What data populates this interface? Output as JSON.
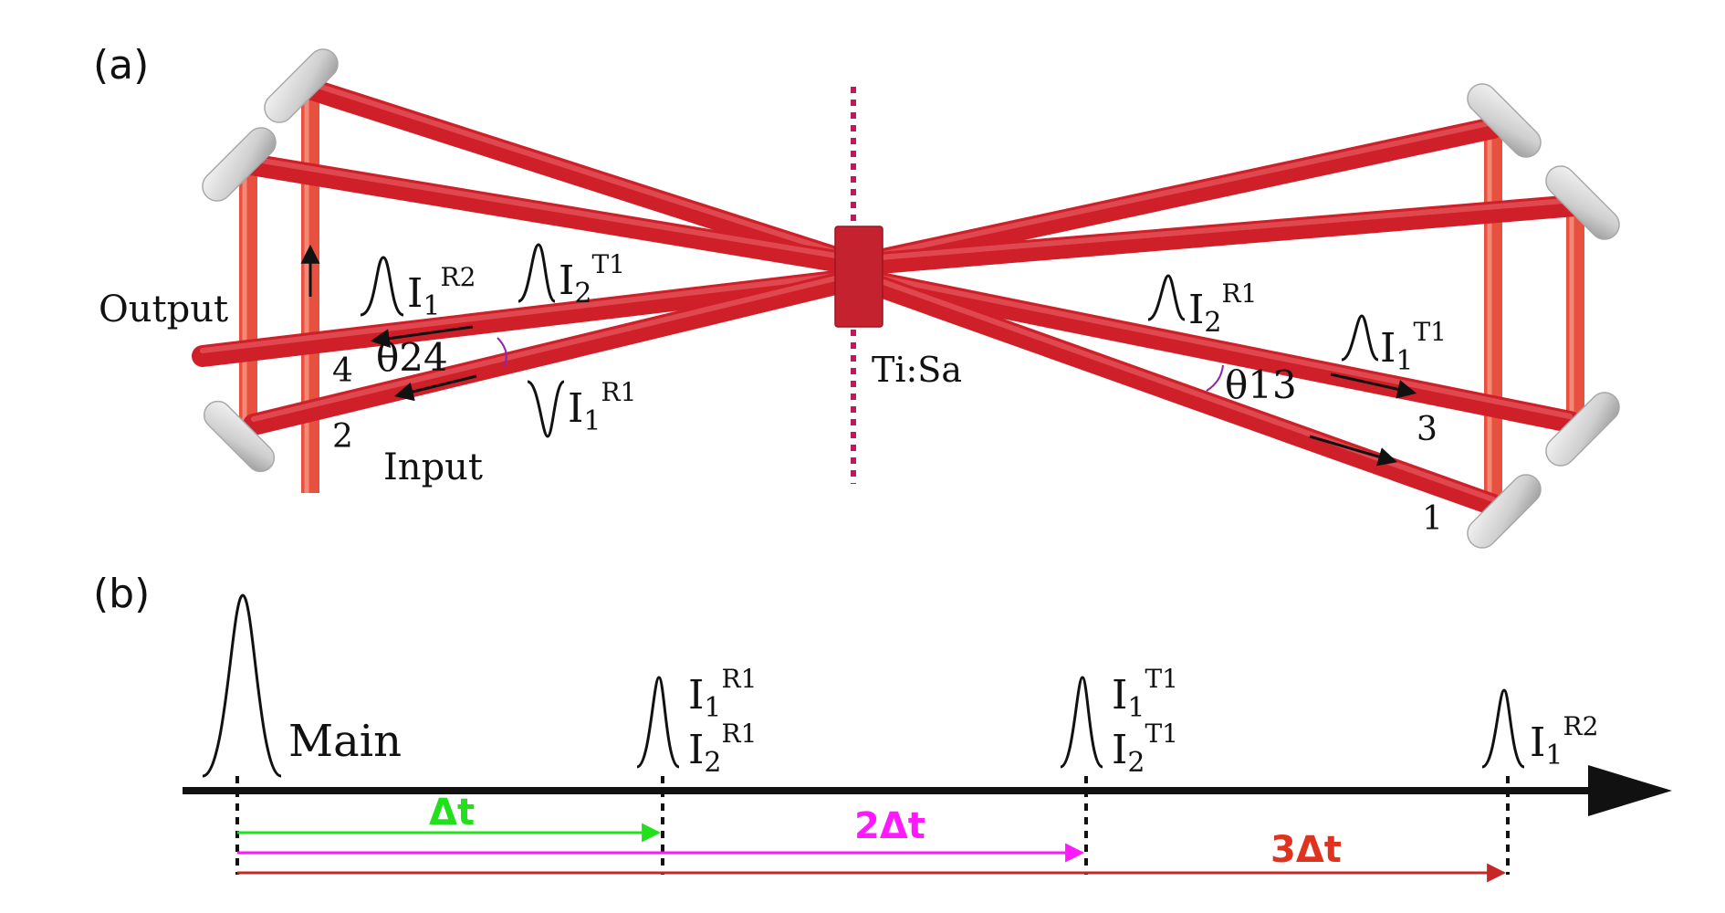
{
  "panels": {
    "a": "(a)",
    "b": "(b)"
  },
  "setup": {
    "output": "Output",
    "input": "Input",
    "crystal": "Ti:Sa",
    "ports": {
      "p1": "1",
      "p2": "2",
      "p3": "3",
      "p4": "4"
    },
    "angles": {
      "left": "θ24",
      "right": "θ13"
    },
    "pulses": {
      "I1R2": {
        "main": "I",
        "sub": "1",
        "sup": "R2"
      },
      "I2T1": {
        "main": "I",
        "sub": "2",
        "sup": "T1"
      },
      "I1R1": {
        "main": "I",
        "sub": "1",
        "sup": "R1"
      },
      "I2R1": {
        "main": "I",
        "sub": "2",
        "sup": "R1"
      },
      "I1T1": {
        "main": "I",
        "sub": "1",
        "sup": "T1"
      }
    }
  },
  "timeline": {
    "main": "Main",
    "groups": [
      {
        "lines": [
          {
            "main": "I",
            "sub": "1",
            "sup": "R1"
          },
          {
            "main": "I",
            "sub": "2",
            "sup": "R1"
          }
        ]
      },
      {
        "lines": [
          {
            "main": "I",
            "sub": "1",
            "sup": "T1"
          },
          {
            "main": "I",
            "sub": "2",
            "sup": "T1"
          }
        ]
      },
      {
        "lines": [
          {
            "main": "I",
            "sub": "1",
            "sup": "R2"
          }
        ]
      }
    ],
    "delays": [
      {
        "label": "Δt",
        "color": "#22e01b"
      },
      {
        "label": "2Δt",
        "color": "#ff19ff"
      },
      {
        "label": "3Δt",
        "color": "#e0331f"
      }
    ]
  },
  "colors": {
    "beam": "#cf1f29",
    "crystal": "#c4222e",
    "axis": "#c2185b",
    "mirror": "#d9d9d9"
  }
}
